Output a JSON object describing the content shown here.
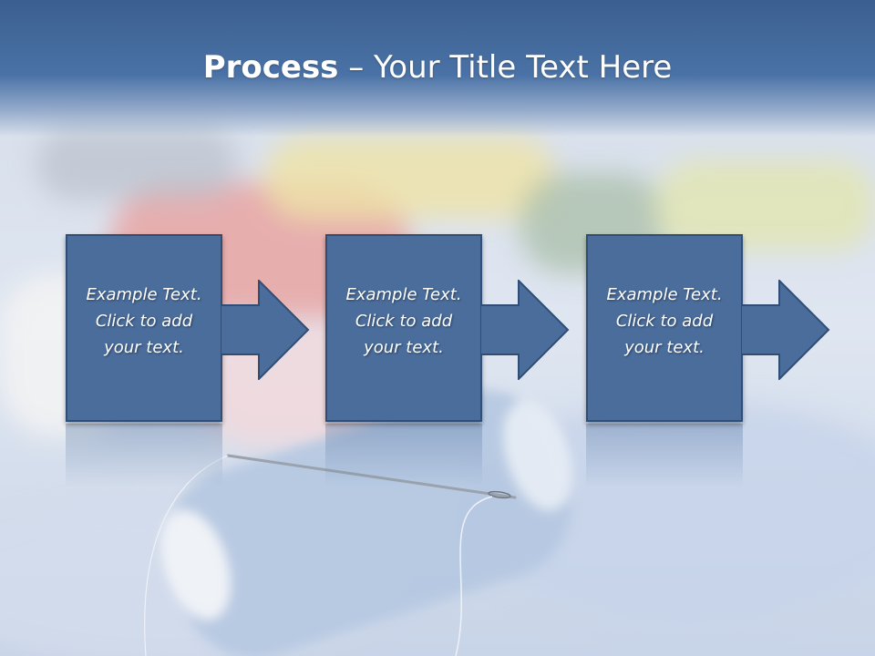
{
  "slide": {
    "title_bold": "Process",
    "title_rest": " – Your Title Text Here"
  },
  "steps": [
    {
      "text": "Example Text.\nClick  to add\nyour text."
    },
    {
      "text": "Example Text.\nClick  to add\nyour text."
    },
    {
      "text": "Example Text.\nClick  to add\nyour text."
    }
  ],
  "colors": {
    "title_band": "#3b5f8f",
    "box_fill": "#4a6d9c",
    "box_border": "#2f4d75"
  }
}
